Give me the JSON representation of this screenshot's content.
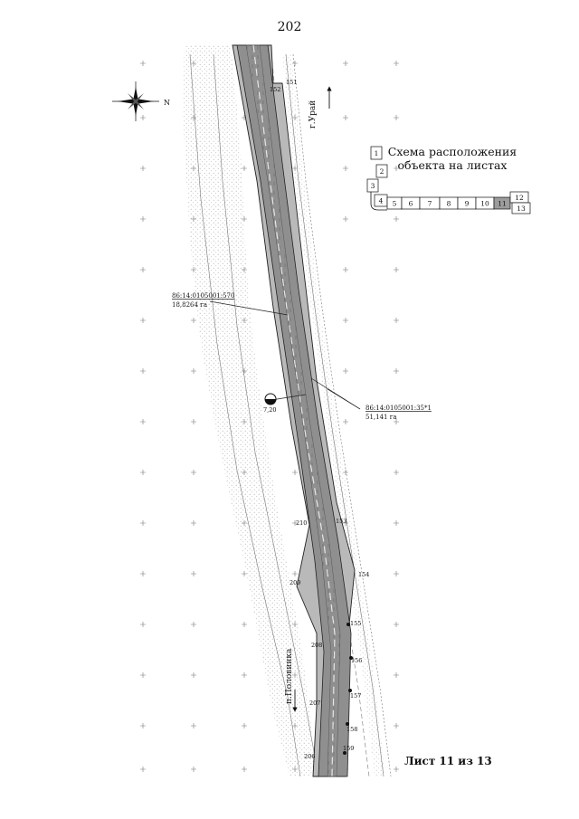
{
  "page": {
    "number": "202",
    "sheet_caption": "Лист 11 из 13"
  },
  "inset": {
    "title_line1": "Схема расположения",
    "title_line2": "объекта на листах",
    "sheets": [
      "1",
      "2",
      "3",
      "4",
      "5",
      "6",
      "7",
      "8",
      "9",
      "10",
      "11",
      "12",
      "13"
    ],
    "active_sheet": "11"
  },
  "compass": {
    "north_label": "N"
  },
  "directions": {
    "north": "г.Урай",
    "south": "п.Половинка"
  },
  "parcels": [
    {
      "number": "86:14:0105001:570",
      "area": "18,8264 га"
    },
    {
      "number": "86:14:0105001:35*1",
      "area": "51,141 га"
    }
  ],
  "benchmark": {
    "label": "7,20"
  },
  "points": {
    "right": [
      "151",
      "152",
      "153",
      "154",
      "155",
      "156",
      "157",
      "158",
      "159"
    ],
    "left": [
      "210",
      "209",
      "208",
      "207",
      "206"
    ]
  },
  "colors": {
    "road": "#8f8f8f",
    "road_center": "#cfcfcf",
    "corridor": "#b9b9b9",
    "dotted_area": "#9a9a9a",
    "inset_active": "#9c9c9c",
    "line": "#222222"
  }
}
